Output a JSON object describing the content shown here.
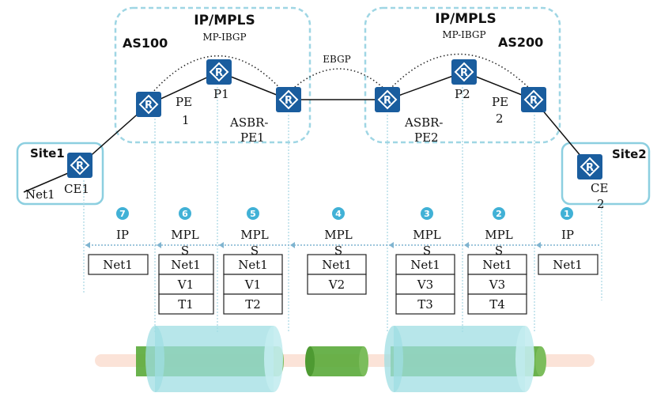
{
  "as_regions": [
    {
      "title": "IP/MPLS",
      "protocol": "MP-IBGP",
      "as_name": "AS100"
    },
    {
      "title": "IP/MPLS",
      "protocol": "MP-IBGP",
      "as_name": "AS200"
    }
  ],
  "ebgp_label": "EBGP",
  "sites": {
    "site1": "Site1",
    "site2": "Site2"
  },
  "net_label": "Net1",
  "devices": {
    "ce1": "CE1",
    "pe1_line1": "PE",
    "pe1_line2": "1",
    "p1": "P1",
    "asbr1_line1": "ASBR-",
    "asbr1_line2": "PE1",
    "asbr2_line1": "ASBR-",
    "asbr2_line2": "PE2",
    "p2": "P2",
    "pe2_line1": "PE",
    "pe2_line2": "2",
    "ce2_line1": "CE",
    "ce2_line2": "2"
  },
  "router_glyph": "R",
  "segments": [
    {
      "num": "7",
      "proto_line1": "IP",
      "proto_line2": "",
      "labels": [
        "Net1"
      ]
    },
    {
      "num": "6",
      "proto_line1": "MPL",
      "proto_line2": "S",
      "labels": [
        "Net1",
        "V1",
        "T1"
      ]
    },
    {
      "num": "5",
      "proto_line1": "MPL",
      "proto_line2": "S",
      "labels": [
        "Net1",
        "V1",
        "T2"
      ]
    },
    {
      "num": "4",
      "proto_line1": "MPL",
      "proto_line2": "S",
      "labels": [
        "Net1",
        "V2"
      ]
    },
    {
      "num": "3",
      "proto_line1": "MPL",
      "proto_line2": "S",
      "labels": [
        "Net1",
        "V3",
        "T3"
      ]
    },
    {
      "num": "2",
      "proto_line1": "MPL",
      "proto_line2": "S",
      "labels": [
        "Net1",
        "V3",
        "T4"
      ]
    },
    {
      "num": "1",
      "proto_line1": "IP",
      "proto_line2": "",
      "labels": [
        "Net1"
      ]
    }
  ],
  "colors": {
    "router": "#1a5d9e",
    "as_border": "#9fd6e4",
    "site_border": "#8ccfe0",
    "badge": "#41b1d6",
    "tunnel_outer": "#9fdde3",
    "tunnel_inner": "#5aaa3a",
    "pipe": "#fbe3d8"
  }
}
